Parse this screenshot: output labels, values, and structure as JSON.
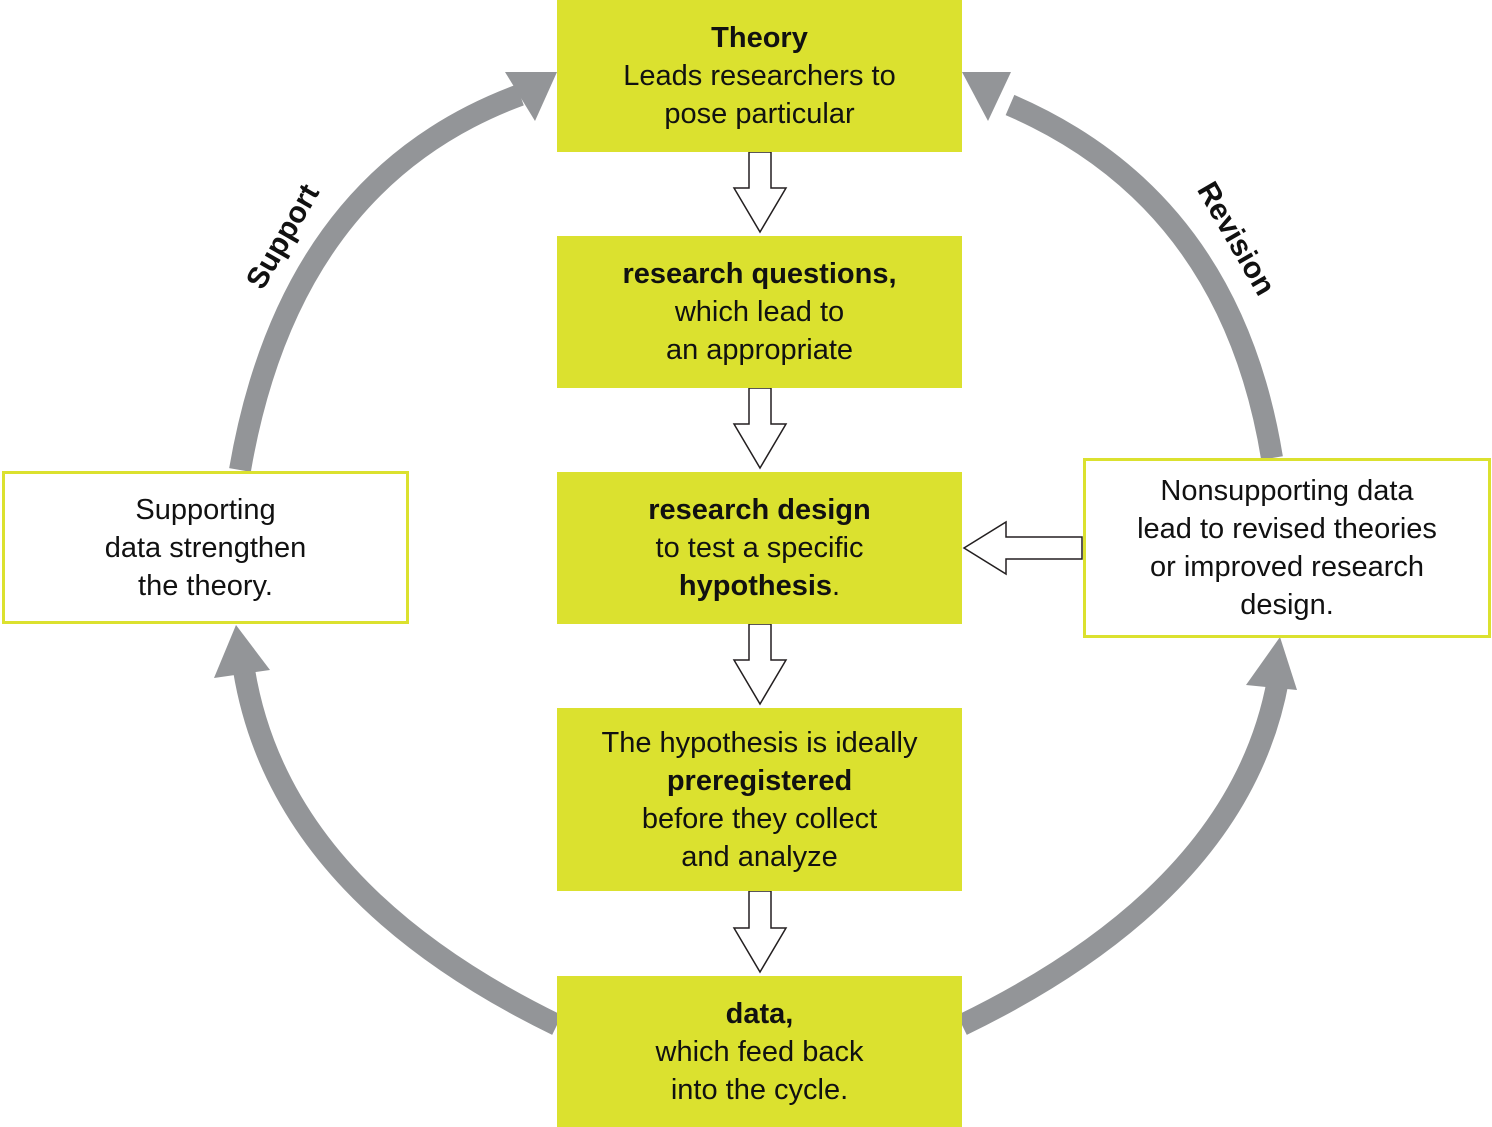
{
  "colors": {
    "box_fill": "#dbe12f",
    "cycle_arrow": "#939598",
    "flow_arrow_stroke": "#231f20"
  },
  "cycle_labels": {
    "support": "Support",
    "revision": "Revision"
  },
  "boxes": {
    "theory": {
      "title": "Theory",
      "line1": "Leads researchers to",
      "line2": "pose particular"
    },
    "questions": {
      "title": "research questions,",
      "line1": "which lead to",
      "line2": "an appropriate"
    },
    "design": {
      "title": "research design",
      "line1": "to test a specific",
      "line2_bold": "hypothesis",
      "line2_tail": "."
    },
    "prereg": {
      "line1": "The hypothesis is ideally",
      "bold": "preregistered",
      "line2": "before they collect",
      "line3": "and analyze"
    },
    "data": {
      "title": "data,",
      "line1": "which feed back",
      "line2": "into the cycle."
    },
    "support": {
      "line1": "Supporting",
      "line2": "data strengthen",
      "line3": "the theory."
    },
    "nonsupport": {
      "line1": "Nonsupporting data",
      "line2": "lead to revised theories",
      "line3": "or improved research",
      "line4": "design."
    }
  }
}
